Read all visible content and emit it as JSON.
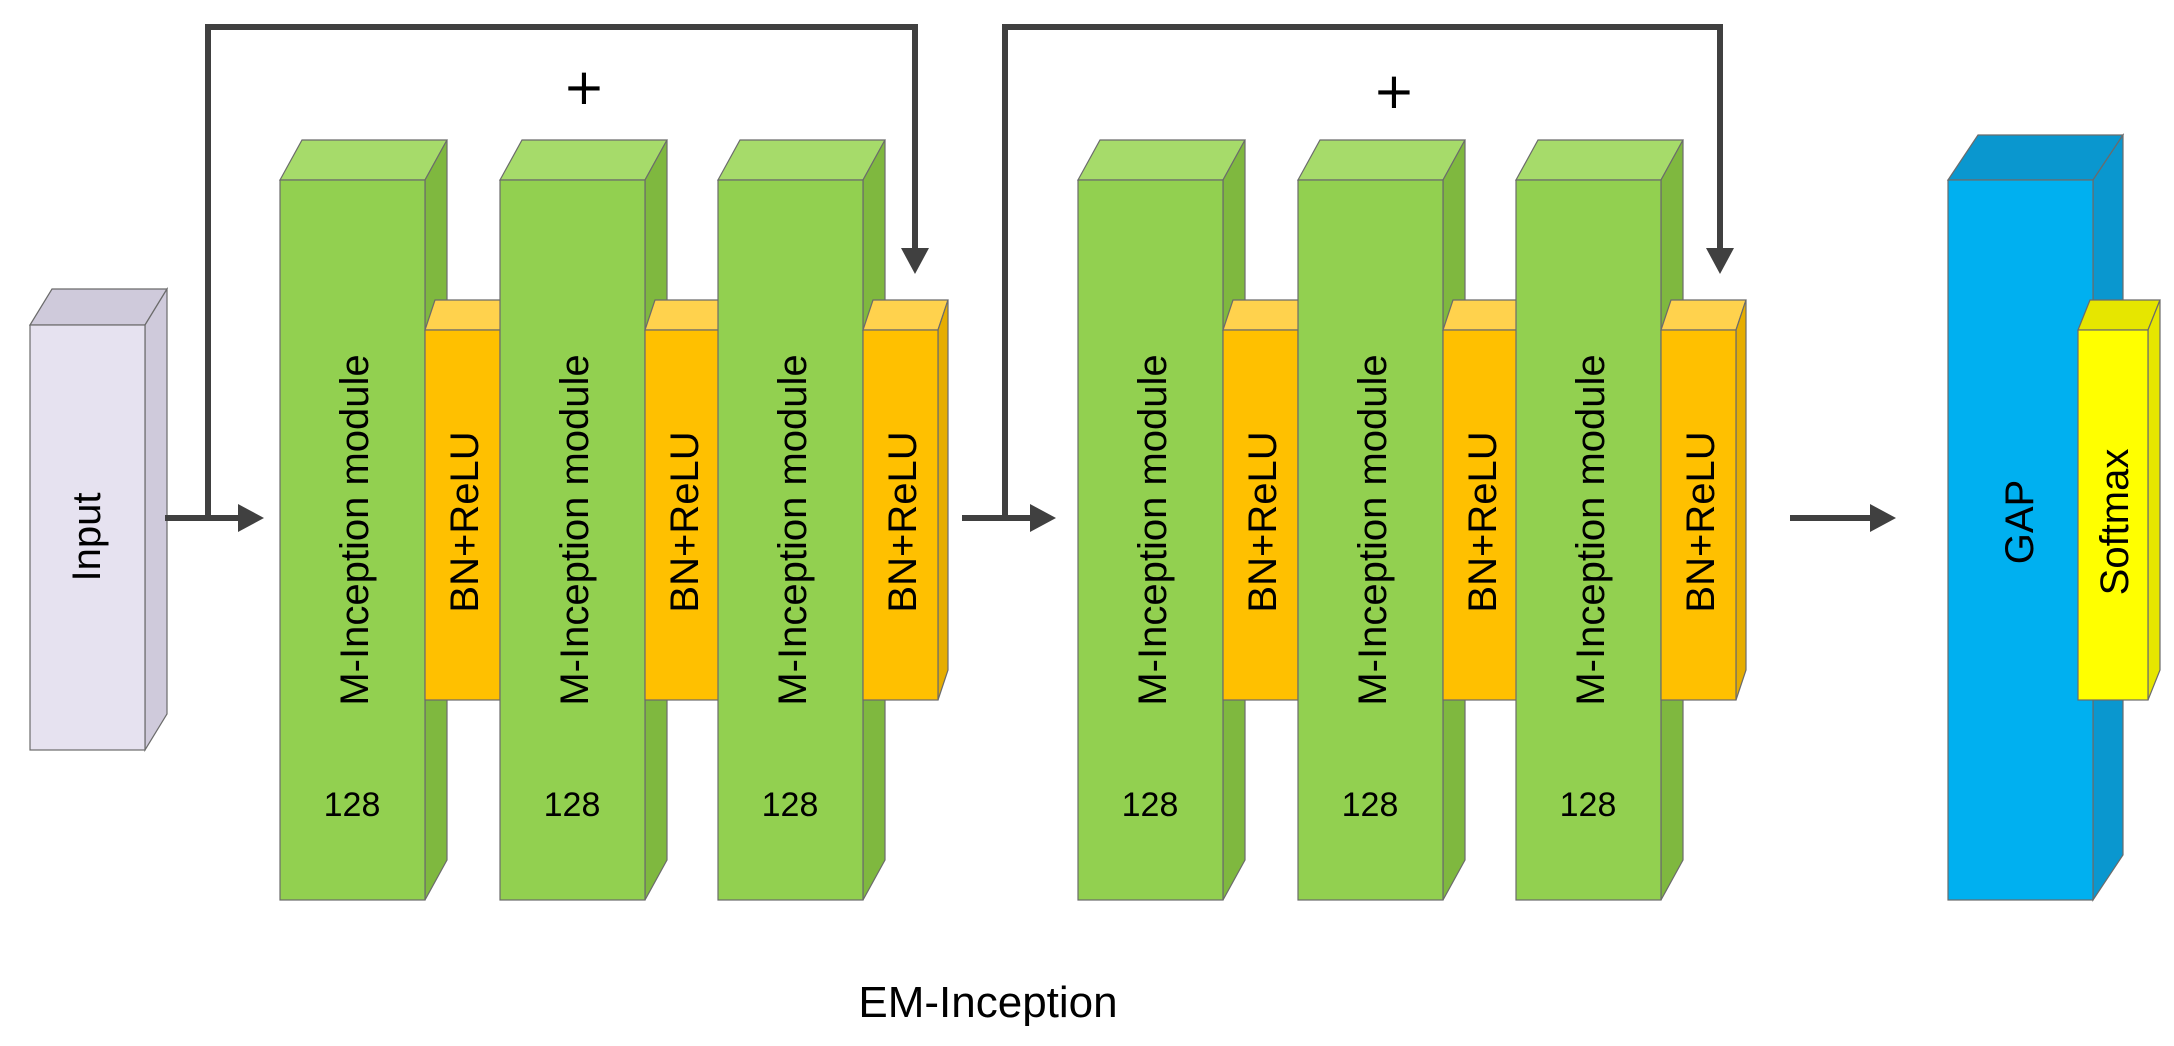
{
  "diagram": {
    "input": {
      "label": "Input"
    },
    "blocks": [
      {
        "label": "M-Inception module",
        "filters": "128"
      },
      {
        "label": "M-Inception module",
        "filters": "128"
      },
      {
        "label": "M-Inception module",
        "filters": "128"
      },
      {
        "label": "M-Inception module",
        "filters": "128"
      },
      {
        "label": "M-Inception module",
        "filters": "128"
      },
      {
        "label": "M-Inception module",
        "filters": "128"
      }
    ],
    "bn_relu_label": "BN+ReLU",
    "residual_symbol": "+",
    "gap": {
      "label": "GAP"
    },
    "softmax": {
      "label": "Softmax"
    },
    "caption": "EM-Inception"
  },
  "colors": {
    "module_front": "#92d050",
    "module_side": "#7fb83f",
    "module_top": "#a6db6a",
    "bn_front": "#ffc000",
    "bn_side": "#e6ad00",
    "bn_top": "#ffd24d",
    "input_front": "#e6e2f0",
    "input_side": "#cfcadb",
    "gap_front": "#00b0f0",
    "gap_side": "#0a97cf",
    "softmax_front": "#ffff00",
    "softmax_side": "#e6e600",
    "arrow": "#404040"
  }
}
